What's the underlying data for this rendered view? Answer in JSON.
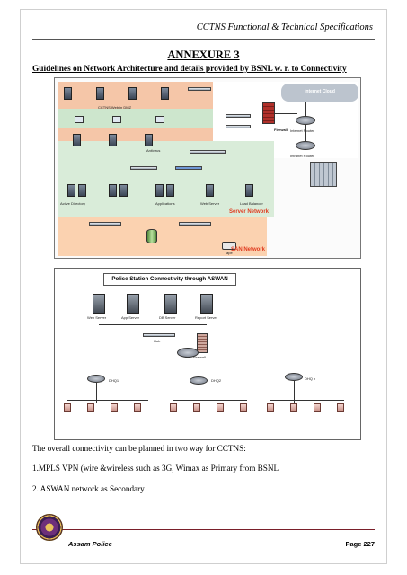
{
  "header": {
    "running_title": "CCTNS Functional & Technical Specifications"
  },
  "annexure": {
    "title": "ANNEXURE 3",
    "guidelines": "Guidelines on Network Architecture and details provided by BSNL w. r. to Connectivity"
  },
  "figure1": {
    "labels": {
      "cctns_web": "CCTNS Web in DMZ",
      "internet_cloud": "Internet Cloud",
      "firewall": "Firewall",
      "internet_router": "Internet Router",
      "intranet_router": "Intranet Router",
      "server_network": "Server Network",
      "san_network": "SAN Network",
      "tape": "Tape",
      "antivirus": "Antivirus",
      "web_server": "Web Server",
      "applications": "Applications",
      "load_balancer": "Load Balancer",
      "active_directory": "Active Directory"
    }
  },
  "figure2": {
    "banner": "Police Station Connectivity through ASWAN",
    "servers": [
      "Web Server",
      "App Server",
      "DB Server",
      "Report Server"
    ],
    "hub": "Hub",
    "firewall": "Firewall",
    "nodes": [
      "DHQ1",
      "DHQ2",
      "DHQ n"
    ]
  },
  "body": {
    "intro": "The overall connectivity can be planned in two way for CCTNS:",
    "item1": "1.MPLS VPN (wire &wireless such as 3G, Wimax as Primary from BSNL",
    "item2": "2. ASWAN network as Secondary"
  },
  "footer": {
    "left": "Assam Police",
    "right": "Page 227"
  },
  "colors": {
    "dmz": "#f5c6a8",
    "server_zone": "#d9ecd9",
    "san_zone": "#fbd2b0",
    "accent_red": "#e03a1e",
    "footer_rule": "#7a1f2a"
  }
}
